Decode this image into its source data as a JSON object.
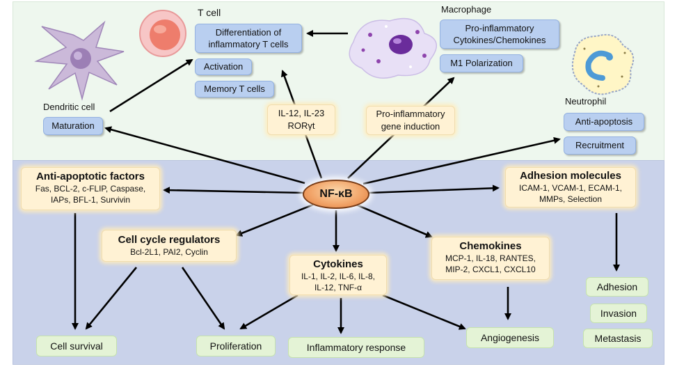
{
  "center": {
    "label": "NF-κB"
  },
  "cells": {
    "t_cell": {
      "title": "T cell",
      "items": [
        "Differentiation of\ninflammatory T cells",
        "Activation",
        "Memory T cells"
      ]
    },
    "macrophage": {
      "title": "Macrophage",
      "items": [
        "Pro-inflammatory\nCytokines/Chemokines",
        "M1 Polarization"
      ]
    },
    "dendritic": {
      "title": "Dendritic cell",
      "items": [
        "Maturation"
      ]
    },
    "neutrophil": {
      "title": "Neutrophil",
      "items": [
        "Anti-apoptosis",
        "Recruitment"
      ]
    }
  },
  "connectors": {
    "il12": "IL-12, IL-23\nRORγt",
    "proinflam_gene": "Pro-inflammatory\ngene induction"
  },
  "modules": {
    "anti_apoptotic": {
      "title": "Anti-apoptotic factors",
      "body": "Fas, BCL-2, c-FLIP, Caspase,\nIAPs, BFL-1, Survivin"
    },
    "cell_cycle": {
      "title": "Cell cycle regulators",
      "body": "Bcl-2L1, PAI2, Cyclin"
    },
    "cytokines": {
      "title": "Cytokines",
      "body": "IL-1, IL-2, IL-6, IL-8,\nIL-12, TNF-α"
    },
    "chemokines": {
      "title": "Chemokines",
      "body": "MCP-1, IL-18, RANTES,\nMIP-2, CXCL1, CXCL10"
    },
    "adhesion": {
      "title": "Adhesion molecules",
      "body": "ICAM-1, VCAM-1, ECAM-1,\nMMPs, Selection"
    }
  },
  "outcomes": {
    "cell_survival": "Cell survival",
    "proliferation": "Proliferation",
    "inflammatory": "Inflammatory response",
    "angiogenesis": "Angiogenesis",
    "adhesion": "Adhesion",
    "invasion": "Invasion",
    "metastasis": "Metastasis"
  },
  "colors": {
    "top_panel": "#eef7ee",
    "bottom_panel": "#c9d2ea",
    "cell_box": "#b9cff0",
    "module_box": "#fff2d4",
    "outcome_box": "#e4f3d6",
    "center_node": "#f2a66b"
  }
}
